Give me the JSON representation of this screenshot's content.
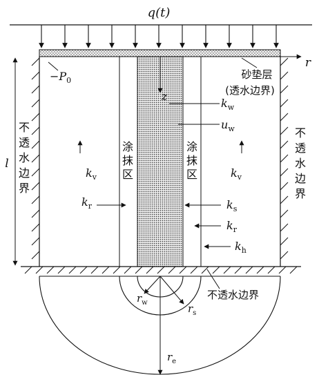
{
  "load": {
    "label": "q(t)"
  },
  "axes": {
    "r": "r",
    "z": "z"
  },
  "top_layer": {
    "label_line1": "砂垫层",
    "label_line2": "(透水边界)"
  },
  "initial_pressure": {
    "label": "−P",
    "sub": "0"
  },
  "well": {
    "kw": {
      "main": "k",
      "sub": "w"
    },
    "uw": {
      "main": "u",
      "sub": "w"
    }
  },
  "length": {
    "label": "l"
  },
  "side_boundary": {
    "left_chars": [
      "不",
      "透",
      "水",
      "边",
      "界"
    ],
    "right_chars": [
      "不",
      "透",
      "水",
      "边",
      "界"
    ]
  },
  "smear_zone": {
    "left_chars": [
      "涂",
      "抹",
      "区"
    ],
    "right_chars": [
      "涂",
      "抹",
      "区"
    ]
  },
  "permeability": {
    "kv_left": {
      "main": "k",
      "sub": "v"
    },
    "kv_right": {
      "main": "k",
      "sub": "v"
    },
    "kr_left": {
      "main": "k",
      "sub": "r"
    },
    "ks": {
      "main": "k",
      "sub": "s"
    },
    "kr_right": {
      "main": "k",
      "sub": "r"
    },
    "kh": {
      "main": "k",
      "sub": "h"
    }
  },
  "bottom_boundary": {
    "label": "不透水边界"
  },
  "radii": {
    "rw": {
      "main": "r",
      "sub": "w"
    },
    "rs": {
      "main": "r",
      "sub": "s"
    },
    "re": {
      "main": "r",
      "sub": "e"
    }
  }
}
